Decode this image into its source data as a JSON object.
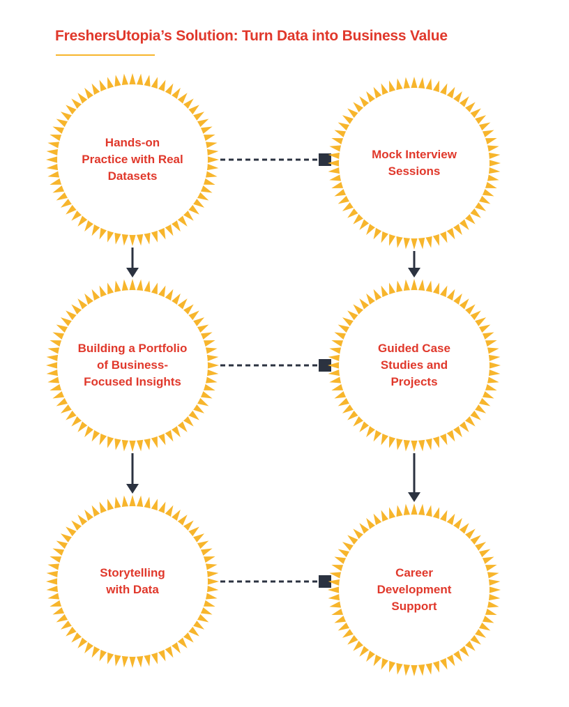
{
  "title": "FreshersUtopia’s Solution: Turn Data into Business Value",
  "colors": {
    "accent_text": "#e0382b",
    "badge_fill": "#f7b52c",
    "connector": "#2b3240",
    "underline": "#f7b52c"
  },
  "nodes": [
    {
      "id": "hands-on-practice",
      "label": "Hands-on\nPractice with Real\nDatasets"
    },
    {
      "id": "mock-interview",
      "label": "Mock Interview\nSessions"
    },
    {
      "id": "building-portfolio",
      "label": "Building a Portfolio\nof Business-\nFocused Insights"
    },
    {
      "id": "guided-case-studies",
      "label": "Guided Case\nStudies and\nProjects"
    },
    {
      "id": "storytelling",
      "label": "Storytelling\nwith Data"
    },
    {
      "id": "career-development",
      "label": "Career\nDevelopment\nSupport"
    }
  ],
  "edges": [
    {
      "from": "hands-on-practice",
      "to": "mock-interview",
      "style": "dashed"
    },
    {
      "from": "building-portfolio",
      "to": "guided-case-studies",
      "style": "dashed"
    },
    {
      "from": "storytelling",
      "to": "career-development",
      "style": "dashed"
    },
    {
      "from": "hands-on-practice",
      "to": "building-portfolio",
      "style": "arrow"
    },
    {
      "from": "building-portfolio",
      "to": "storytelling",
      "style": "arrow"
    },
    {
      "from": "mock-interview",
      "to": "guided-case-studies",
      "style": "arrow"
    },
    {
      "from": "guided-case-studies",
      "to": "career-development",
      "style": "arrow"
    }
  ]
}
